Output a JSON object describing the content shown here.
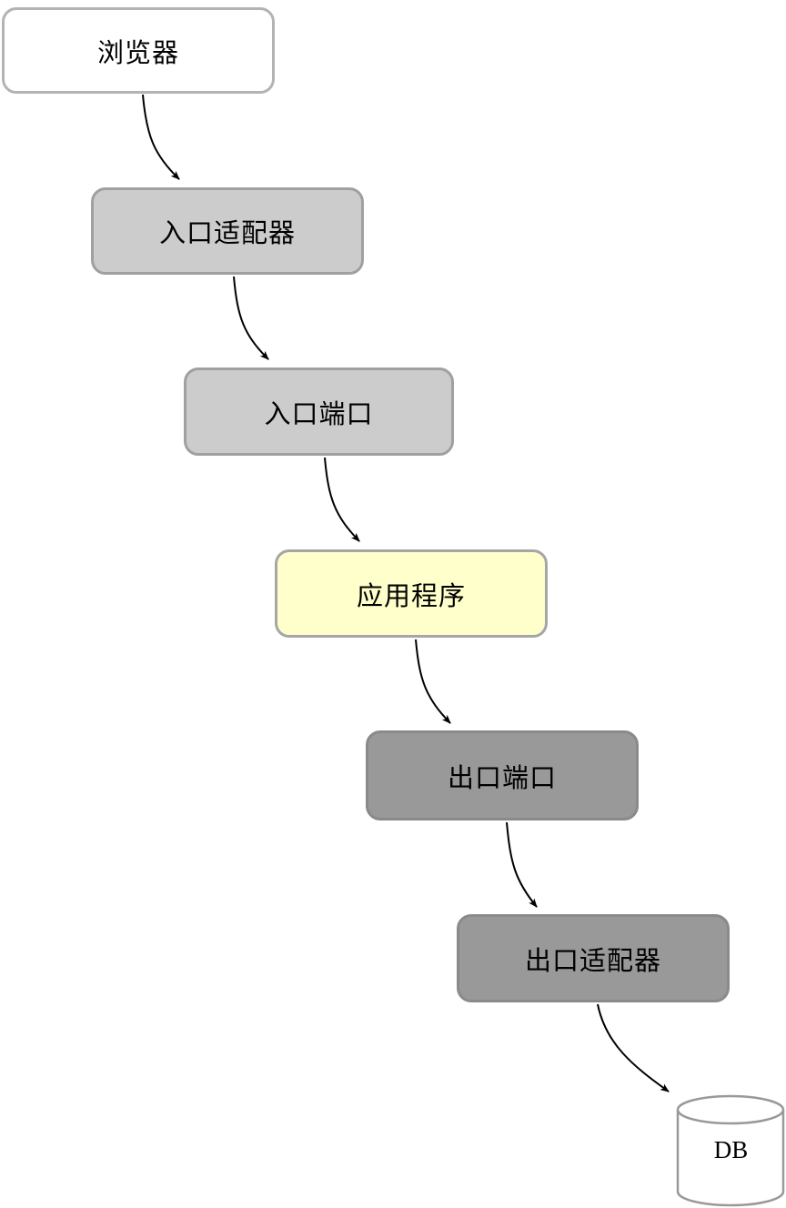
{
  "diagram": {
    "title": "hexagonal-architecture-flow",
    "nodes": [
      {
        "id": "browser",
        "label": "浏览器",
        "fill": "#ffffff"
      },
      {
        "id": "inbound-adapter",
        "label": "入口适配器",
        "fill": "#cccccc"
      },
      {
        "id": "inbound-port",
        "label": "入口端口",
        "fill": "#cccccc"
      },
      {
        "id": "application",
        "label": "应用程序",
        "fill": "#ffffcc"
      },
      {
        "id": "outbound-port",
        "label": "出口端口",
        "fill": "#999999"
      },
      {
        "id": "outbound-adapter",
        "label": "出口适配器",
        "fill": "#999999"
      },
      {
        "id": "database",
        "label": "DB",
        "fill": "#ffffff",
        "shape": "cylinder"
      }
    ],
    "edges": [
      {
        "from": "browser",
        "to": "inbound-adapter"
      },
      {
        "from": "inbound-adapter",
        "to": "inbound-port"
      },
      {
        "from": "inbound-port",
        "to": "application"
      },
      {
        "from": "application",
        "to": "outbound-port"
      },
      {
        "from": "outbound-port",
        "to": "outbound-adapter"
      },
      {
        "from": "outbound-adapter",
        "to": "database"
      }
    ],
    "colors": {
      "arrow": "#000000",
      "light_box_fill": "#cccccc",
      "dark_box_fill": "#999999",
      "highlight_fill": "#ffffcc",
      "border": "#999999",
      "text": "#000000"
    }
  }
}
